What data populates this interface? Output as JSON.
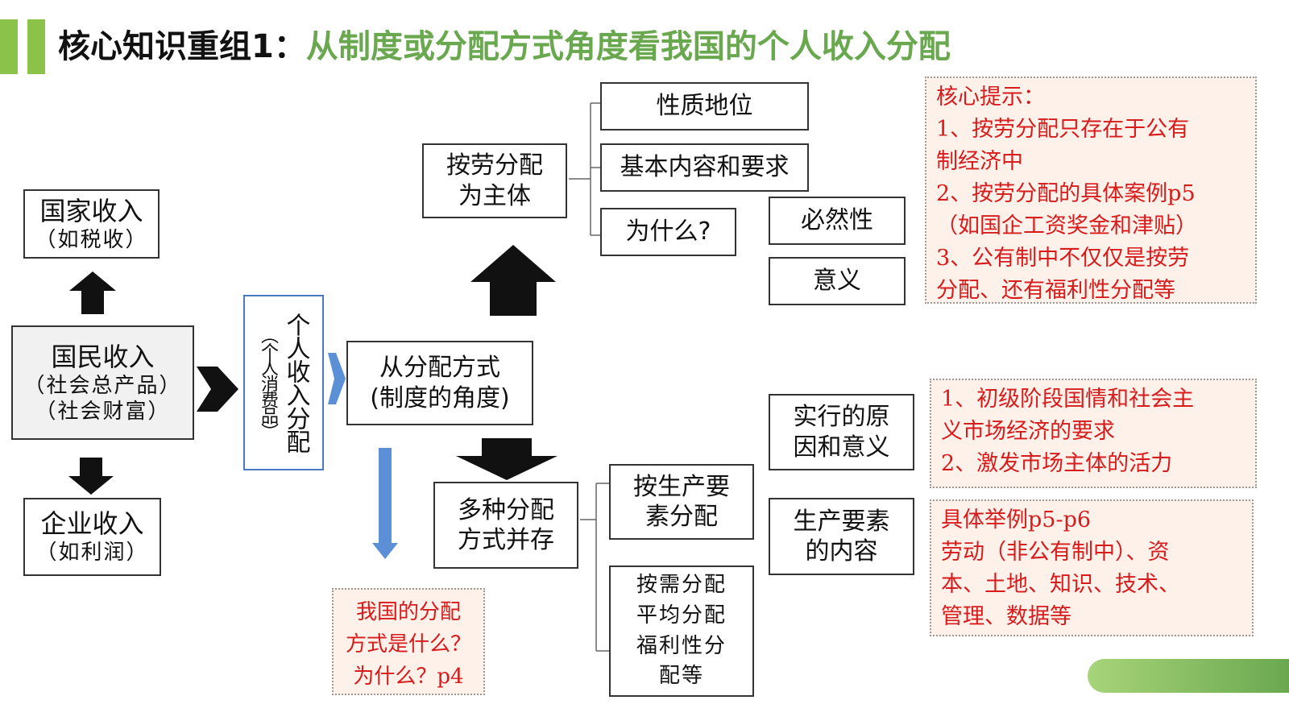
{
  "title": {
    "prefix": "核心知识重组1：",
    "main": "从制度或分配方式角度看我国的个人收入分配"
  },
  "colors": {
    "prefix_text": "#111111",
    "main_text": "#6aa84f",
    "accent_bar": "#8bc34a",
    "note_text": "#d81b1b",
    "note_bg": "#fdf1ea",
    "blue_arrow": "#5b8fd6"
  },
  "nodes": {
    "national_revenue": {
      "line1": "国家收入",
      "line2": "（如税收）"
    },
    "national_income": {
      "line1": "国民收入",
      "line2": "（社会总产品）",
      "line3": "（社会财富）"
    },
    "enterprise_income": {
      "line1": "企业收入",
      "line2": "（如利润）"
    },
    "personal_distribution": {
      "main": "个人收入分配",
      "paren": "（个人消费品）"
    },
    "distribution_mode": {
      "line1": "从分配方式",
      "line2": "(制度的角度)"
    },
    "labor_principal": {
      "line1": "按劳分配",
      "line2": "为主体"
    },
    "nature_status": "性质地位",
    "basic_content": "基本内容和要求",
    "why": "为什么?",
    "inevitability": "必然性",
    "significance": "意义",
    "coexist": {
      "line1": "多种分配",
      "line2": "方式并存"
    },
    "by_factors": {
      "line1": "按生产要",
      "line2": "素分配"
    },
    "other_modes": [
      "按需分配",
      "平均分配",
      "福利性分",
      "配等"
    ],
    "reason_meaning": {
      "line1": "实行的原",
      "line2": "因和意义"
    },
    "factor_content": {
      "line1": "生产要素",
      "line2": "的内容"
    }
  },
  "notes": {
    "core_tips": [
      "核心提示：",
      "1、按劳分配只存在于公有",
      "制经济中",
      "2、按劳分配的具体案例p5",
      "（如国企工资奖金和津贴）",
      "3、公有制中不仅仅是按劳",
      "分配、还有福利性分配等"
    ],
    "reasons": [
      "1、初级阶段国情和社会主",
      "义市场经济的要求",
      "2、激发市场主体的活力"
    ],
    "examples": [
      "具体举例p5-p6",
      "劳动（非公有制中）、资",
      "本、土地、知识、技术、",
      "管理、数据等"
    ],
    "question": [
      "我国的分配",
      "方式是什么？",
      "为什么？p4"
    ]
  }
}
